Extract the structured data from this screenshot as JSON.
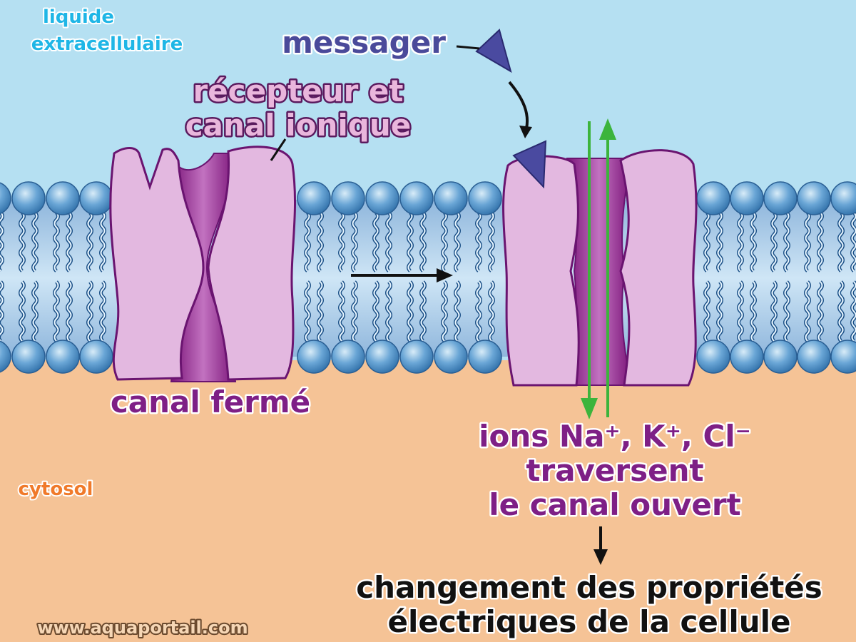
{
  "labels": {
    "extracellular_line1": "liquide",
    "extracellular_line2": "extracellulaire",
    "messenger": "messager",
    "receptor_line1": "récepteur et",
    "receptor_line2": "canal ionique",
    "closed_channel": "canal fermé",
    "ions_line1": "ions Na⁺, K⁺, Cl⁻",
    "ions_line2": "traversent",
    "ions_line3": "le canal ouvert",
    "result_line1": "changement des propriétés",
    "result_line2": "électriques de la cellule",
    "cytosol": "cytosol",
    "watermark": "www.aquaportail.com"
  },
  "colors": {
    "extracellular": "#b5e0f2",
    "cytosol": "#f5c396",
    "lipid_head": "#5a9bd0",
    "protein_light": "#e3b8e0",
    "protein_dark": "#8a1f88",
    "messenger": "#4a4aa0",
    "ion_arrow": "#3cb43c"
  }
}
